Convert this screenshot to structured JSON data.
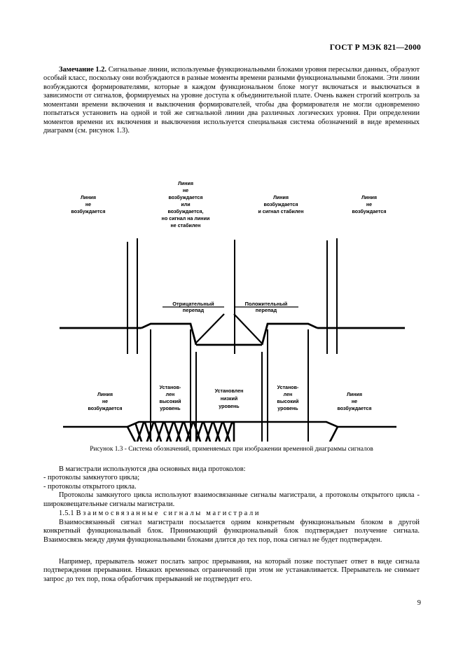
{
  "document": {
    "standard_header": "ГОСТ Р МЭК 821—2000",
    "page_number": "9"
  },
  "paragraphs": {
    "note_label": "Замечание 1.2.",
    "note_body": " Сигнальные линии, используемые функциональными блоками  уровня  пересылки  данных,  образуют  особый  класс, поскольку они возбуждаются в разные  моменты  времени разными функциональными блоками. Эти линии возбуждаются формирователями, которые в каждом функциональном блоке  могут включаться и   выключаться в зависимости  от сигналов, формируемых на уровне доступа к объединительной плате. Очень важен  строгий  контроль  за  моментами времени включения  и выключения  формирователей, чтобы два формирователя не могли одновременно  попытаться  установить  на  одной   и той же сигнальной линии два различных логических уровня. При определении моментов времени их включения и выключения используется специальная  система обозначений в  виде временных  диаграмм (см. рисунок 1.3).",
    "protocols_intro": "В магистрали используются два основных вида протоколов:",
    "protocols_item1": "- протоколы замкнутого цикла;",
    "protocols_item2": "- протоколы открытого цикла.",
    "protocols_body": "Протоколы замкнутого цикла используют взаимосвязанные сигналы магистрали, а протоколы открытого цикла - широковещательные сигналы магистрали.",
    "heading_number": "1.5.1",
    "heading_text": "Взаимосвязанные сигналы магистрали",
    "interconnected_body": "Взаимосвязанный сигнал магистрали посылается одним  конкретным  функциональным блоком в другой конкретный функциональный блок. Принимающий функциональный блок  подтверждает получение сигнала. Взаимосвязь между двумя функциональными блоками длится до тех пор, пока сигнал не будет подтвержден.",
    "example_body": "Например, прерыватель может послать  запрос  прерывания,  на который  позже поступает ответ в виде сигнала подтверждения прерывания. Никаких временных ограничений при этом не устанавливается.  Прерыватель  не  снимает  запрос до тех пор, пока обработчик прерываний не подтвердит его."
  },
  "figure": {
    "caption": "Рисунок 1.3 - Система обозначений, применяемых при изображении временной диаграммы сигналов",
    "diagram1": {
      "label1": [
        "Линия",
        "не",
        "возбуждается"
      ],
      "label2": [
        "Линия",
        "не",
        "возбуждается",
        "или",
        "возбуждается,",
        "но сигнал на линии",
        "не стабилен"
      ],
      "label3": [
        "Линия",
        "возбуждается",
        "и сигнал стабилен"
      ],
      "label4": [
        "Линия",
        "не",
        "возбуждается"
      ]
    },
    "diagram2": {
      "callout_left": [
        "Отрицательный",
        "перепад"
      ],
      "callout_right": [
        "Положительный",
        "перепад"
      ],
      "label1": [
        "Линия",
        "не",
        "возбуждается"
      ],
      "label2": [
        "Установ-",
        "лен",
        "высокий",
        "уровень"
      ],
      "label3": [
        "Установлен",
        "низкий",
        "уровень"
      ],
      "label4": [
        "Установ-",
        "лен",
        "высокий",
        "уровень"
      ],
      "label5": [
        "Линия",
        "не",
        "возбуждается"
      ]
    }
  },
  "colors": {
    "ink": "#000000",
    "paper": "#ffffff"
  }
}
